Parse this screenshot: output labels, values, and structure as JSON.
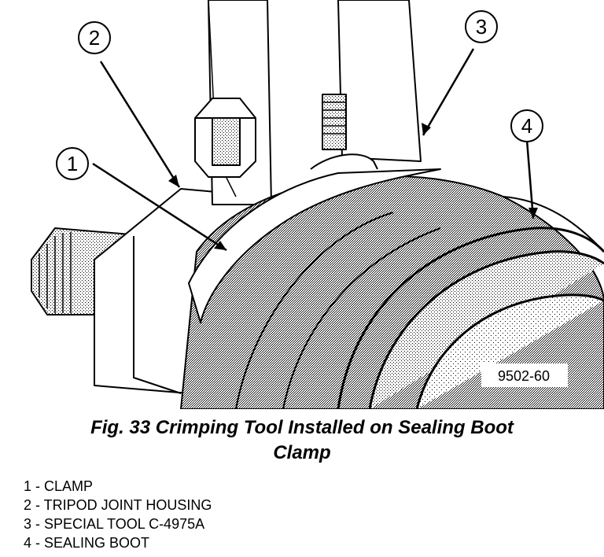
{
  "figure": {
    "callouts": [
      "1",
      "2",
      "3",
      "4"
    ],
    "figure_id": "9502-60"
  },
  "caption": {
    "line1": "Fig. 33 Crimping Tool Installed on Sealing Boot",
    "line2": "Clamp"
  },
  "legend": [
    "1 - CLAMP",
    "2 - TRIPOD JOINT HOUSING",
    "3 - SPECIAL TOOL C-4975A",
    "4 - SEALING BOOT"
  ]
}
